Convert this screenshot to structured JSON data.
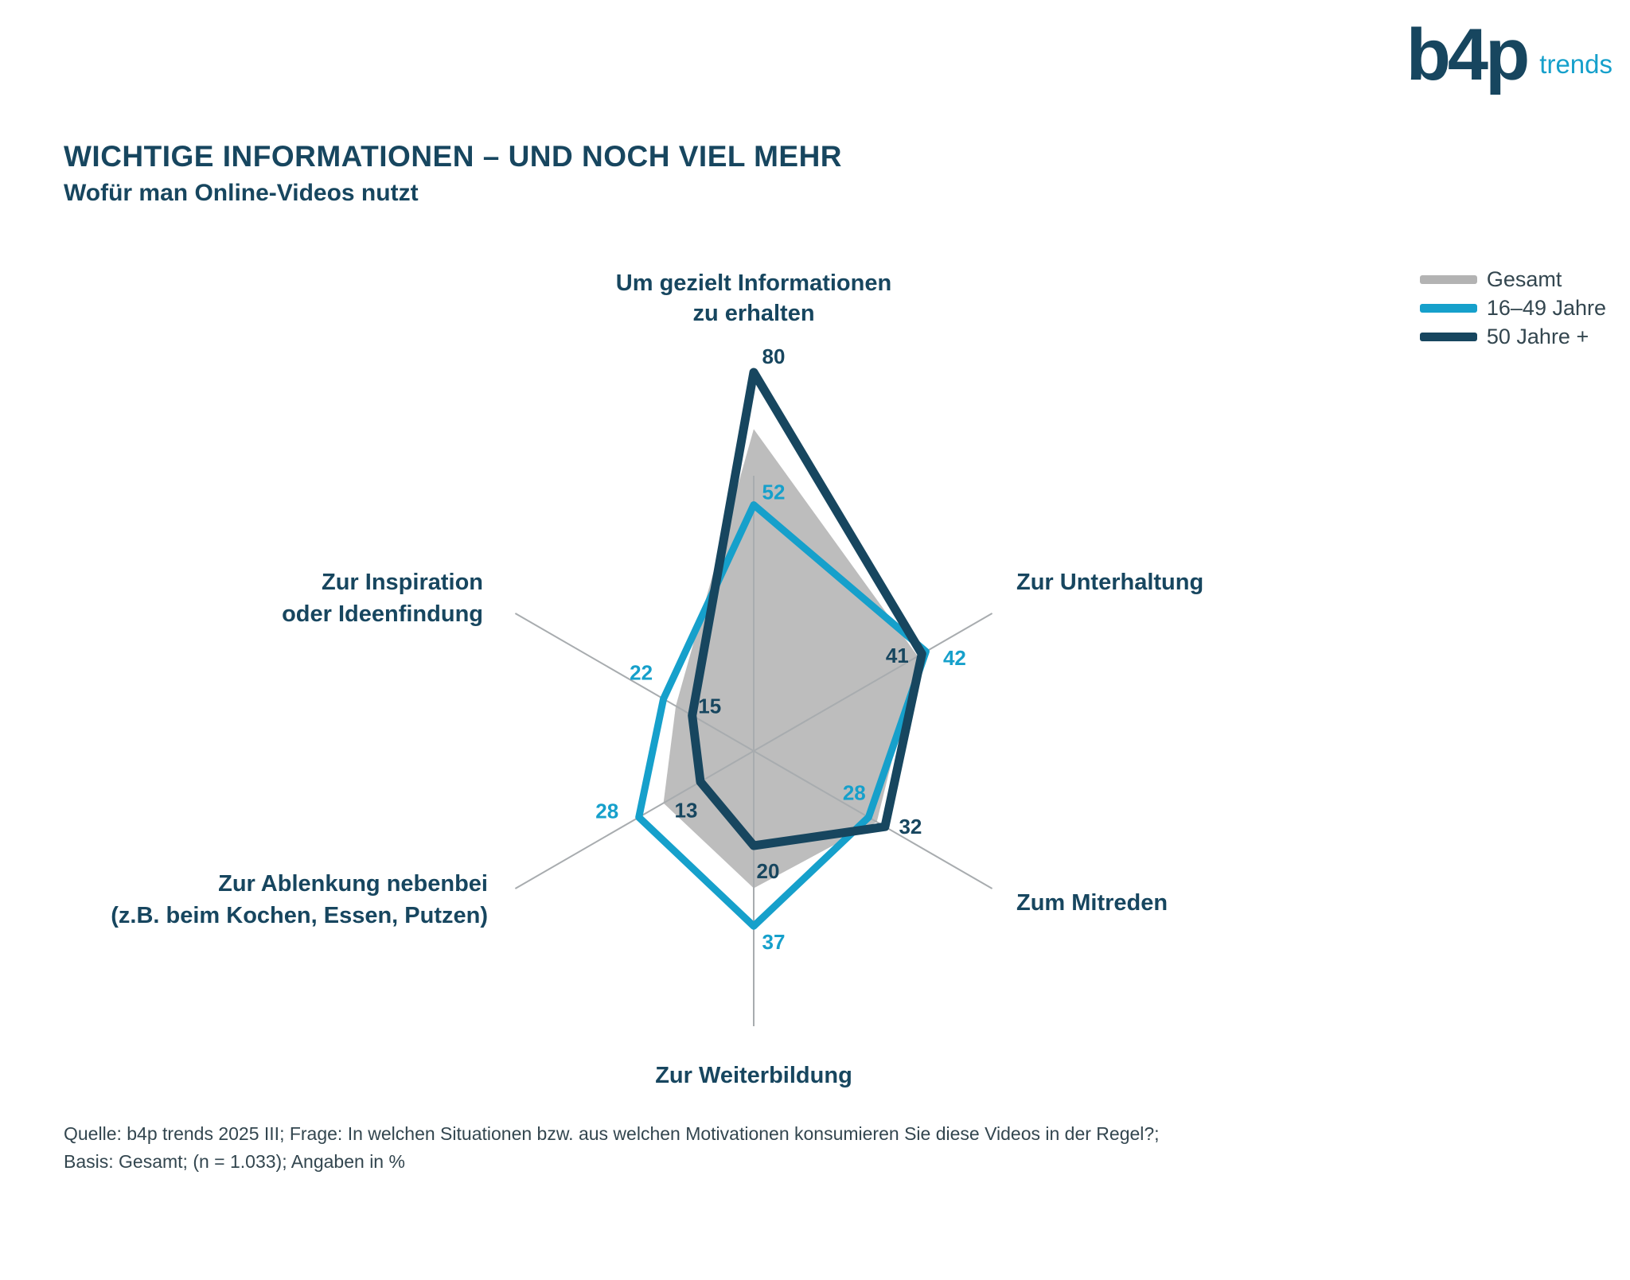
{
  "logo": {
    "text": "b4p",
    "suffix": "trends"
  },
  "header": {
    "title": "WICHTIGE INFORMATIONEN – UND NOCH VIEL MEHR",
    "subtitle": "Wofür man Online-Videos nutzt"
  },
  "legend": [
    {
      "label": "Gesamt",
      "color": "#b3b3b3"
    },
    {
      "label": "16–49 Jahre",
      "color": "#16a0cb"
    },
    {
      "label": "50 Jahre +",
      "color": "#17465f"
    }
  ],
  "footnote": {
    "line1": "Quelle: b4p trends 2025 III; Frage: In welchen Situationen bzw. aus welchen Motivationen konsumieren Sie diese Videos in der Regel?;",
    "line2": "Basis: Gesamt; (n = 1.033); Angaben in %"
  },
  "chart_data": {
    "type": "radar",
    "unit": "%",
    "value_range": [
      0,
      80
    ],
    "categories": [
      "Um gezielt Informationen zu erhalten",
      "Zur Unterhaltung",
      "Zum Mitreden",
      "Zur Weiterbildung",
      "Zur Ablenkung nebenbei (z.B. beim Kochen, Essen, Putzen)",
      "Zur Inspiration oder Ideenfindung"
    ],
    "category_lines": [
      [
        "Um gezielt Informationen",
        "zu erhalten"
      ],
      [
        "Zur Unterhaltung"
      ],
      [
        "Zum Mitreden"
      ],
      [
        "Zur Weiterbildung"
      ],
      [
        "Zur Ablenkung nebenbei",
        "(z.B. beim Kochen, Essen, Putzen)"
      ],
      [
        "Zur Inspiration",
        "oder Ideenfindung"
      ]
    ],
    "series": [
      {
        "name": "Gesamt",
        "color": "#bdbdbd",
        "style": "fill",
        "labels_shown": false,
        "values_estimated": true,
        "values": [
          68,
          40,
          30,
          29,
          22,
          19
        ]
      },
      {
        "name": "16–49 Jahre",
        "color": "#16a0cb",
        "style": "line",
        "labels_shown": true,
        "values": [
          52,
          42,
          28,
          37,
          28,
          22
        ]
      },
      {
        "name": "50 Jahre +",
        "color": "#17465f",
        "style": "line",
        "labels_shown": true,
        "values": [
          80,
          41,
          32,
          20,
          13,
          15
        ]
      }
    ],
    "legend_position": "top-right",
    "grid": "axes-only"
  }
}
